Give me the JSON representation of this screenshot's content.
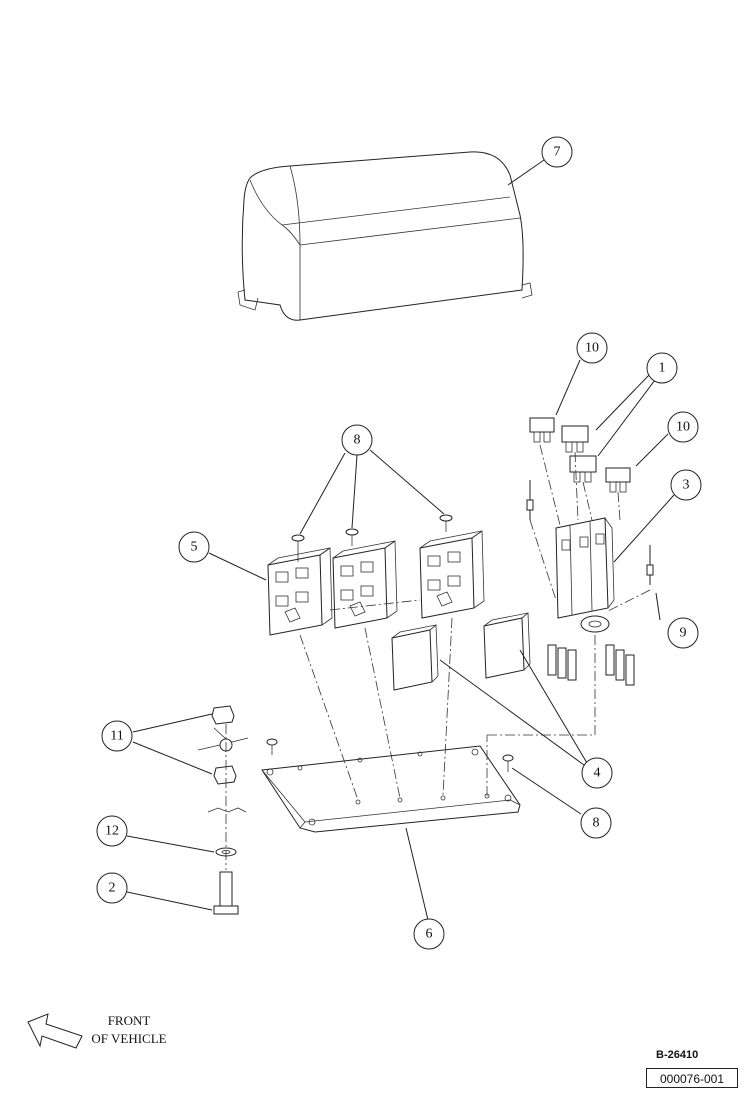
{
  "callouts": {
    "c1": "1",
    "c2": "2",
    "c3": "3",
    "c4": "4",
    "c5": "5",
    "c6": "6",
    "c7": "7",
    "c8a": "8",
    "c8b": "8",
    "c9": "9",
    "c10a": "10",
    "c10b": "10",
    "c11": "11",
    "c12": "12"
  },
  "orientation": {
    "line1": "FRONT",
    "line2": "OF VEHICLE"
  },
  "drawing_number": "B-26410",
  "document_number": "000076-001"
}
